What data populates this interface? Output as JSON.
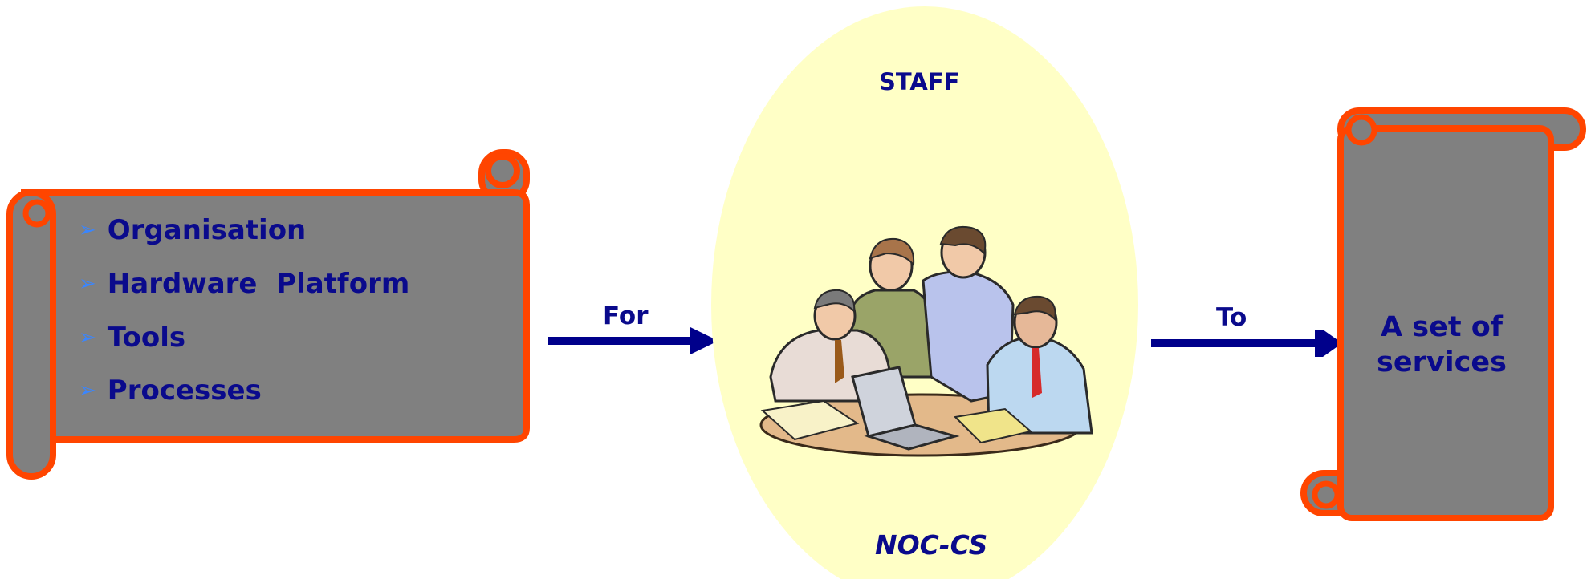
{
  "left_scroll": {
    "items": [
      {
        "label": "Organisation"
      },
      {
        "label": "Hardware  Platform"
      },
      {
        "label": "Tools"
      },
      {
        "label": "Processes"
      }
    ],
    "bullet_icon": "arrowhead-bullet-icon"
  },
  "arrows": {
    "for_label": "For",
    "to_label": "To"
  },
  "center": {
    "top_label": "STAFF",
    "bottom_label": "NOC-CS",
    "illustration": "team-meeting-clipart"
  },
  "right_scroll": {
    "line1": "A set of",
    "line2": "services"
  },
  "colors": {
    "scroll_fill": "#808080",
    "scroll_border": "#ff4500",
    "text": "#0a0a8c",
    "bullet": "#3a86ff",
    "ellipse": "#ffffc6",
    "arrow": "#00008b"
  }
}
